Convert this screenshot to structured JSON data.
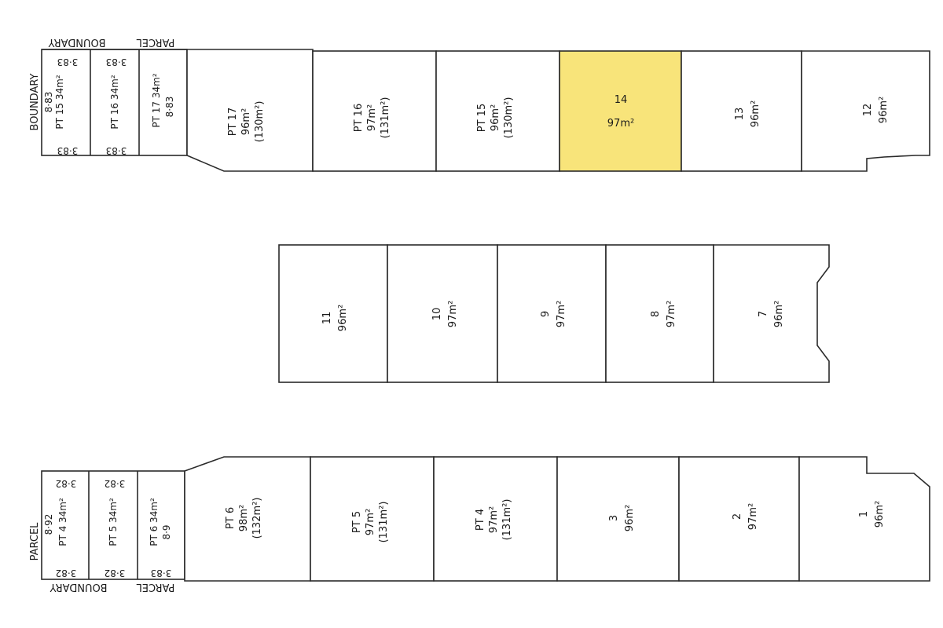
{
  "top_row": {
    "left_labels": {
      "top": "BOUNDARY",
      "bottom": "PARCEL",
      "side": "BOUNDARY"
    },
    "strips": [
      {
        "name": "PT 15 34m²",
        "width": "8·83",
        "len_a": "3·83",
        "len_b": "3·83"
      },
      {
        "name": "PT 16 34m²",
        "len_a": "3·83",
        "len_b": "3·83"
      },
      {
        "name": "PT 17 34m²",
        "width": "8·83"
      }
    ],
    "lots": [
      {
        "name": "PT 17",
        "area": "96m²",
        "orig": "(130m²)"
      },
      {
        "name": "PT 16",
        "area": "97m²",
        "orig": "(131m²)"
      },
      {
        "name": "PT 15",
        "area": "96m²",
        "orig": "(130m²)"
      },
      {
        "name": "14",
        "area": "97m²",
        "highlight": true
      },
      {
        "name": "13",
        "area": "96m²"
      },
      {
        "name": "12",
        "area": "96m²"
      }
    ],
    "highlight_color": "#f8e47a"
  },
  "middle_row": {
    "lots": [
      {
        "name": "11",
        "area": "96m²"
      },
      {
        "name": "10",
        "area": "97m²"
      },
      {
        "name": "9",
        "area": "97m²"
      },
      {
        "name": "8",
        "area": "97m²"
      },
      {
        "name": "7",
        "area": "96m²"
      }
    ]
  },
  "bottom_row": {
    "left_labels": {
      "side": "PARCEL",
      "bottom": "BOUNDARY",
      "bottom_right": "PARCEL"
    },
    "strips": [
      {
        "name": "PT 4 34m²",
        "width": "8·92",
        "len_a": "3·82",
        "len_b": "3·82"
      },
      {
        "name": "PT 5 34m²",
        "len_a": "3·82",
        "len_b": "3·82"
      },
      {
        "name": "PT 6 34m²",
        "width": "8·9",
        "len_b": "3·83"
      }
    ],
    "lots": [
      {
        "name": "PT 6",
        "area": "98m²",
        "orig": "(132m²)"
      },
      {
        "name": "PT 5",
        "area": "97m²",
        "orig": "(131m²)"
      },
      {
        "name": "PT 4",
        "area": "97m²",
        "orig": "(131m²)"
      },
      {
        "name": "3",
        "area": "96m²"
      },
      {
        "name": "2",
        "area": "97m²"
      },
      {
        "name": "1",
        "area": "96m²"
      }
    ]
  }
}
